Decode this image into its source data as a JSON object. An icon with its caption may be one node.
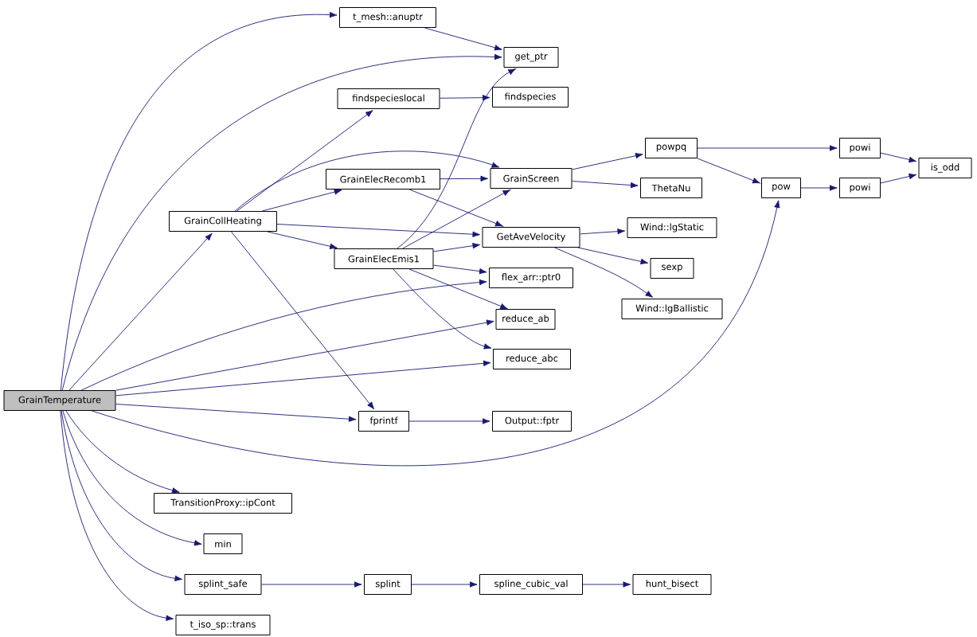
{
  "diagram": {
    "nodes": [
      {
        "text": [
          "GrainTemperature"
        ]
      },
      {
        "text": [
          "t_mesh::anuptr"
        ]
      },
      {
        "text": [
          "get_ptr"
        ]
      },
      {
        "text": [
          "findspecieslocal"
        ]
      },
      {
        "text": [
          "findspecies"
        ]
      },
      {
        "text": [
          "GrainCollHeating"
        ]
      },
      {
        "text": [
          "GrainElecRecomb1"
        ]
      },
      {
        "text": [
          "GrainScreen"
        ]
      },
      {
        "text": [
          "powpq"
        ]
      },
      {
        "text": [
          "powi"
        ]
      },
      {
        "text": [
          "is_odd"
        ]
      },
      {
        "text": [
          "ThetaNu"
        ]
      },
      {
        "text": [
          "pow"
        ]
      },
      {
        "text": [
          "powi"
        ]
      },
      {
        "text": [
          "GetAveVelocity"
        ]
      },
      {
        "text": [
          "Wind::lgStatic"
        ]
      },
      {
        "text": [
          "GrainElecEmis1"
        ]
      },
      {
        "text": [
          "flex_arr::ptr0"
        ]
      },
      {
        "text": [
          "sexp"
        ]
      },
      {
        "text": [
          "Wind::lgBallistic"
        ]
      },
      {
        "text": [
          "reduce_ab"
        ]
      },
      {
        "text": [
          "reduce_abc"
        ]
      },
      {
        "text": [
          "fprintf"
        ]
      },
      {
        "text": [
          "Output::fptr"
        ]
      },
      {
        "text": [
          "TransitionProxy::ipCont"
        ]
      },
      {
        "text": [
          "min"
        ]
      },
      {
        "text": [
          "splint_safe"
        ]
      },
      {
        "text": [
          "splint"
        ]
      },
      {
        "text": [
          "spline_cubic_val"
        ]
      },
      {
        "text": [
          "hunt_bisect"
        ]
      },
      {
        "text": [
          "t_iso_sp::trans"
        ]
      }
    ],
    "edges": [
      {
        "from": 0,
        "to": 1,
        "arrow": "to"
      },
      {
        "from": 0,
        "to": 2,
        "arrow": "to"
      },
      {
        "from": 0,
        "to": 5,
        "arrow": "to"
      },
      {
        "from": 0,
        "to": 17,
        "arrow": "to"
      },
      {
        "from": 0,
        "to": 20,
        "arrow": "to"
      },
      {
        "from": 0,
        "to": 21,
        "arrow": "to"
      },
      {
        "from": 0,
        "to": 22,
        "arrow": "to"
      },
      {
        "from": 0,
        "to": 12,
        "arrow": "to"
      },
      {
        "from": 0,
        "to": 24,
        "arrow": "to"
      },
      {
        "from": 0,
        "to": 25,
        "arrow": "to"
      },
      {
        "from": 0,
        "to": 26,
        "arrow": "to"
      },
      {
        "from": 0,
        "to": 30,
        "arrow": "to"
      },
      {
        "from": 1,
        "to": 2,
        "arrow": "to"
      },
      {
        "from": 3,
        "to": 4,
        "arrow": "to"
      },
      {
        "from": 5,
        "to": 3,
        "arrow": "to"
      },
      {
        "from": 5,
        "to": 7,
        "arrow": "to"
      },
      {
        "from": 5,
        "to": 6,
        "arrow": "to"
      },
      {
        "from": 5,
        "to": 14,
        "arrow": "to"
      },
      {
        "from": 5,
        "to": 16,
        "arrow": "to"
      },
      {
        "from": 5,
        "to": 22,
        "arrow": "to"
      },
      {
        "from": 6,
        "to": 7,
        "arrow": "to"
      },
      {
        "from": 6,
        "to": 14,
        "arrow": "to"
      },
      {
        "from": 16,
        "to": 2,
        "arrow": "to"
      },
      {
        "from": 16,
        "to": 7,
        "arrow": "to"
      },
      {
        "from": 16,
        "to": 14,
        "arrow": "to"
      },
      {
        "from": 16,
        "to": 17,
        "arrow": "to"
      },
      {
        "from": 16,
        "to": 20,
        "arrow": "to"
      },
      {
        "from": 16,
        "to": 21,
        "arrow": "to"
      },
      {
        "from": 7,
        "to": 8,
        "arrow": "to"
      },
      {
        "from": 7,
        "to": 11,
        "arrow": "to"
      },
      {
        "from": 8,
        "to": 9,
        "arrow": "to"
      },
      {
        "from": 8,
        "to": 12,
        "arrow": "to"
      },
      {
        "from": 9,
        "to": 10,
        "arrow": "to"
      },
      {
        "from": 12,
        "to": 13,
        "arrow": "to"
      },
      {
        "from": 13,
        "to": 10,
        "arrow": "to"
      },
      {
        "from": 14,
        "to": 15,
        "arrow": "to"
      },
      {
        "from": 14,
        "to": 18,
        "arrow": "to"
      },
      {
        "from": 14,
        "to": 19,
        "arrow": "to"
      },
      {
        "from": 22,
        "to": 23,
        "arrow": "to"
      },
      {
        "from": 26,
        "to": 27,
        "arrow": "to"
      },
      {
        "from": 27,
        "to": 28,
        "arrow": "to"
      },
      {
        "from": 28,
        "to": 29,
        "arrow": "to"
      }
    ]
  }
}
